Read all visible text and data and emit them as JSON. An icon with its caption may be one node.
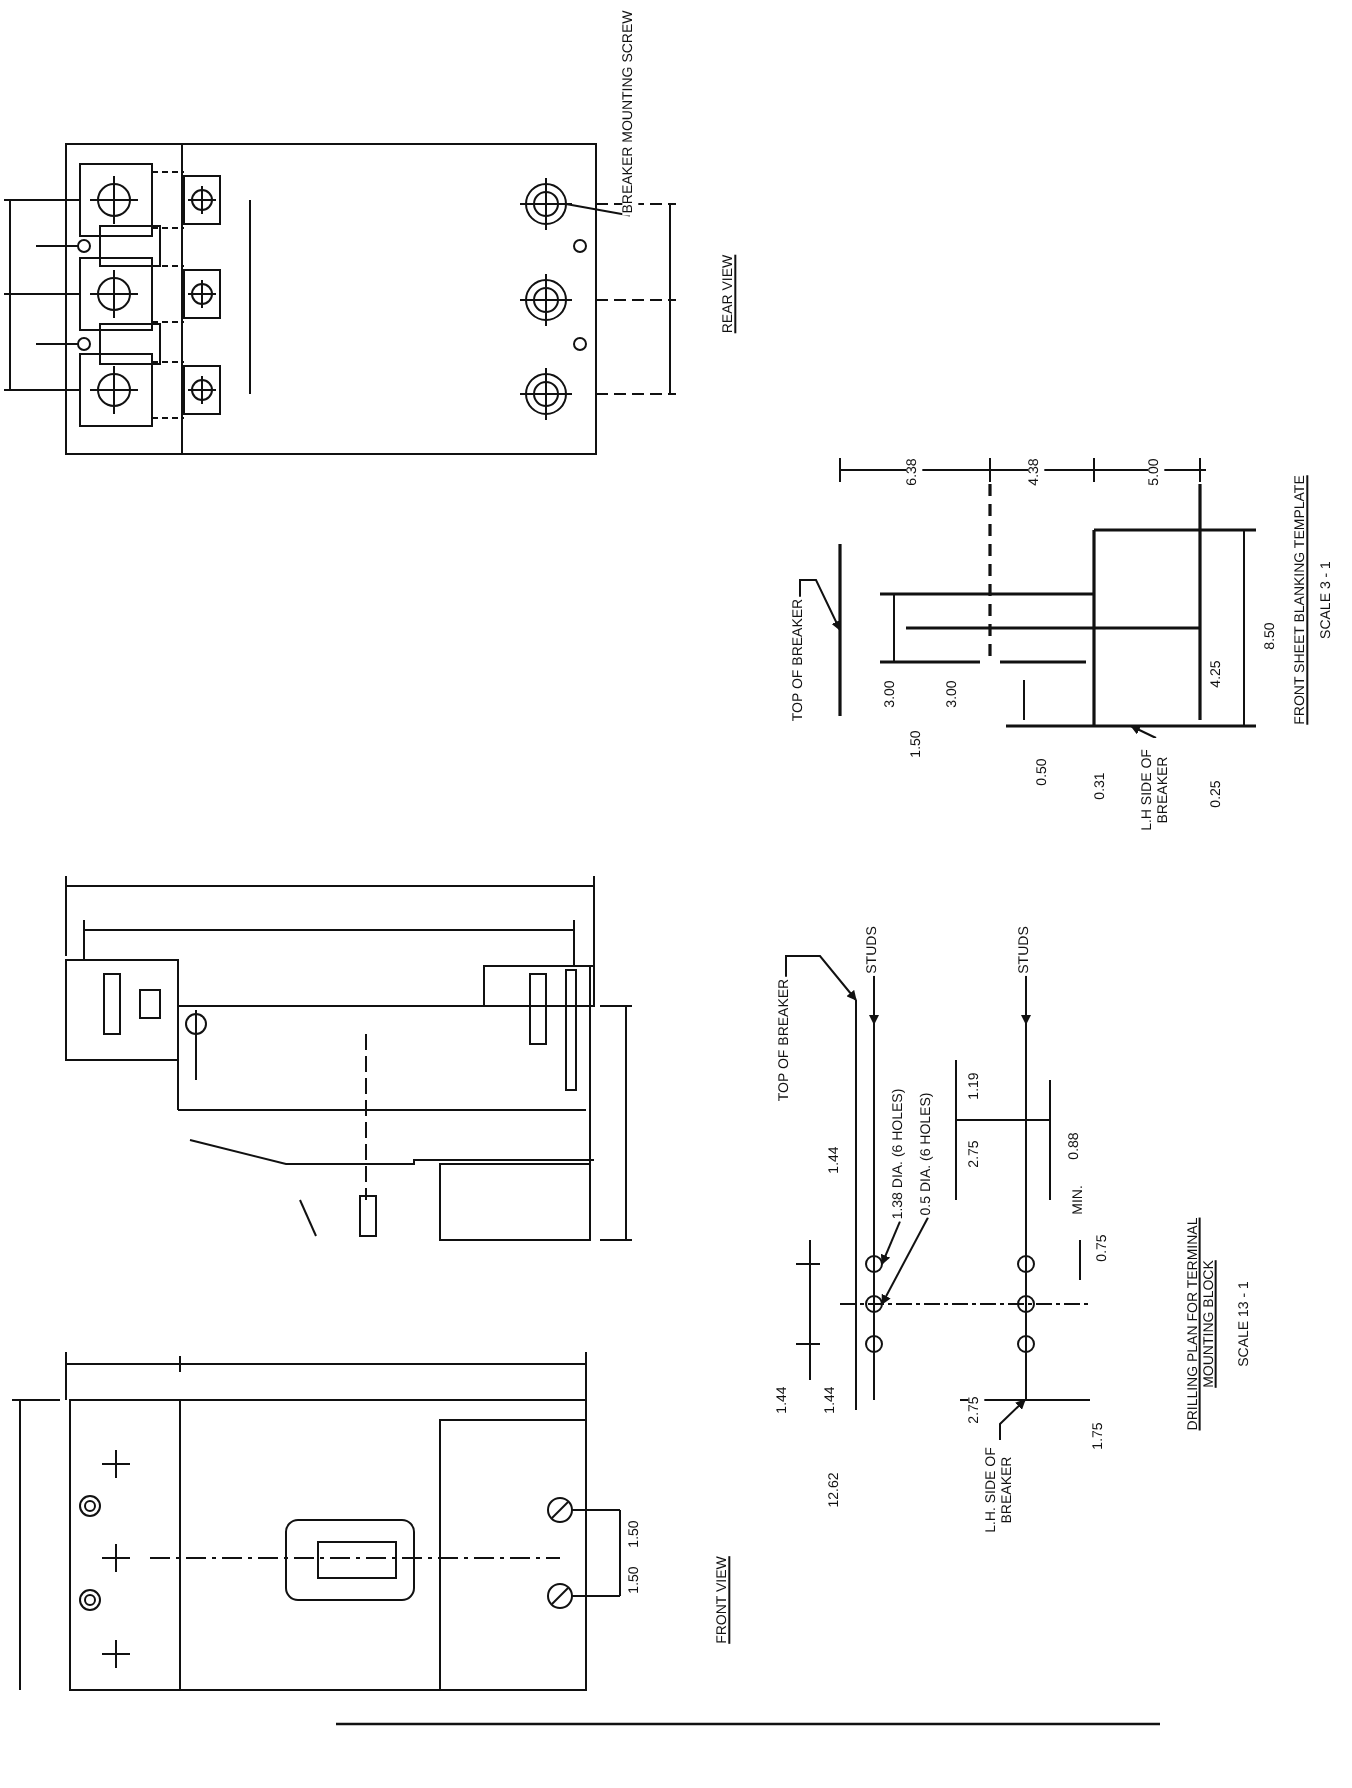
{
  "diagram": {
    "nodes": [
      {
        "text": [
          "BREAKER MOUNTING SCREW"
        ]
      },
      {
        "text": [
          "TOP OF BREAKER"
        ]
      },
      {
        "text": [
          "STUDS"
        ]
      },
      {
        "text": [
          "1.38 DIA. (6 HOLES)"
        ]
      },
      {
        "text": [
          "0.5 DIA. (6 HOLES)"
        ]
      },
      {
        "text": [
          "STUDS"
        ]
      },
      {
        "text": [
          "L.H. SIDE OF BREAKER"
        ]
      },
      {
        "text": [
          "TOP OF BREAKER"
        ]
      },
      {
        "text": [
          "L.H SIDE OF BREAKER"
        ]
      },
      {
        "text": [],
        "shape": "circle"
      },
      {
        "text": [],
        "shape": "line"
      },
      {
        "text": [],
        "shape": "line"
      },
      {
        "text": [],
        "shape": "circle"
      },
      {
        "text": [],
        "shape": "circle"
      },
      {
        "text": [],
        "shape": "line"
      },
      {
        "text": [],
        "shape": "line"
      },
      {
        "text": [],
        "shape": "line"
      },
      {
        "text": [],
        "shape": "line"
      }
    ],
    "edges": [
      {
        "from": 0,
        "to": 9,
        "arrow": "none"
      },
      {
        "from": 1,
        "to": 10,
        "arrow": "to"
      },
      {
        "from": 2,
        "to": 11,
        "arrow": "to"
      },
      {
        "from": 3,
        "to": 12,
        "arrow": "to"
      },
      {
        "from": 4,
        "to": 13,
        "arrow": "to"
      },
      {
        "from": 5,
        "to": 14,
        "arrow": "to"
      },
      {
        "from": 6,
        "to": 15,
        "arrow": "to"
      },
      {
        "from": 7,
        "to": 16,
        "arrow": "to"
      },
      {
        "from": 8,
        "to": 17,
        "arrow": "to"
      }
    ],
    "labels": [
      "REAR VIEW",
      "1.50",
      "1.50",
      "FRONT VIEW",
      "1.44",
      "1.19",
      "2.75",
      "0.88",
      "MIN.",
      "0.75",
      "1.44",
      "1.44",
      "12.62",
      "2.75",
      "1.75",
      "DRILLING PLAN FOR TERMINAL MOUNTING BLOCK",
      "SCALE 13 - 1",
      "6.38",
      "4.38",
      "5.00",
      "3.00",
      "3.00",
      "1.50",
      "0.50",
      "0.31",
      "4.25",
      "0.25",
      "8.50",
      "FRONT SHEET BLANKING TEMPLATE",
      "SCALE 3 - 1"
    ]
  }
}
